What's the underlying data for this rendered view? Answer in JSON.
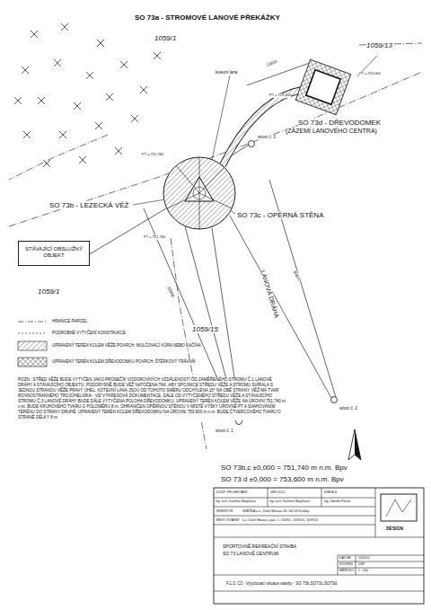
{
  "diagram": {
    "nodes": [
      {
        "text": [
          "STÁVAJÍCÍ OBSLUŽNÝ OBJEKT"
        ]
      }
    ],
    "labels": [
      "SO 73a - STROMOVÉ LANOVÉ PŘEKÁŽKY",
      "1059/1",
      "1059/13",
      "kotevní lana",
      "11820",
      "strom č. 3",
      "SO 73d - DŘEVODOMEK",
      "(ZÁZEMÍ LANOVÉHO CENTRA)",
      "SO 73b - LEZECKÁ VĚŽ",
      "SO 73c - OPĚRNÁ STĚNA",
      "1059/1",
      "1059/15",
      "LANOVÁ DRÁHA",
      "32050",
      "35850",
      "strom č. 2",
      "strom č. 1",
      "PT = 751,740",
      "PT = 751,740",
      "PT = 753,600",
      "PT = 753,600",
      "POZN.: STŘED VĚŽE BUDE VYTYČEN JAKO PRŮSEČÍK VODOROVNÝCH VZDÁLENOSTÍ OD ZAMĚŘENÉHO STROMU Č.1 LANOVÉ DRÁHY A STÁVAJÍCÍHO OBJEKTU. PŮDORYSNĚ BUDE VĚŽ NATOČENA TAK, ABY SPOJNICE STŘEDU VĚŽE A STROMU SVÍRALA S JEDNOU STRANOU VĚŽE PRAVÝ ÚHEL. KOTEVNÍ LANA JSOU OD TOHOTO SMĚRU ODCHÝLENA 15° NA OBĚ STRANY. VĚŽ MÁ TVAR ROVNOSTRANNÉHO TROJÚHELNÍKA - VIZ VÝKRESOVÁ DOKUMENTACE. DÁLE OD VYTYČENÉHO STŘEDU VĚŽE A STÁVAJÍCÍHO STROMU Č.3 LANOVÉ DRÁHY BUDE DÁLE VYTYČENA POLOHA DŘEVODOMKU. UPRAVENÝ TERÉN KOLEM VĚŽE NA ÚROVNI 751,740 m n.m. BUDE KRUHOVÉHO TVARU O POLOMĚRU 8 m, OHRANIČEN OPĚRNOU STĚNOU V MÍSTĚ VÝŠKY ÚROVNĚ PT A SVAHOVÁNÍM TERÉNU DO STRANY DRUHÉ. UPRAVENÝ TERÉN KOLEM DŘEVODOMKU NA ÚROVNI 753,600 m n.m. BUDE ČTVERCOVÉHO TVARU O STRANĚ DÉLKY 8 m.",
      "SO 73b,c ±0,000 = 751,740 m n.m. Bpv",
      "SO 73 d ±0,000 = 753,600 m n.m. Bpv",
      "ZODP. PROJEKTANT",
      "VEDOUCÍ",
      "KRESLIL",
      "Ing. arch. Kateřina Motyčková",
      "Ing. arch. Kateřina Motyčková",
      "Ing. Zdeněk Paloun",
      "INVESTOR",
      "SNĚŽKA a.s., Dolní Morava 28, 561 69 Králíky",
      "MÍSTO STAVBY",
      "k.ú. Dolní Morava, parc. č. 1059/1, 1059/13, 1059/15",
      "SPORTOVNĚ REKREAČNÍ STAVBA",
      "SO 73 LANOVÉ CENTRUM",
      "F.1.3. C3 - Vytyčovací situace stavby - SO 73b,SO73c,SO73d",
      "DATUM",
      "10/2011",
      "STUPEŇ",
      "DSP",
      "MĚŘÍTKO",
      "1 : 250",
      "DESIGN"
    ],
    "legend": [
      {
        "text": "HRANICE PARCEL"
      },
      {
        "text": "PODROBNÉ VYTYČENÍ KONSTRUKCE"
      },
      {
        "text": "UPRAVENÝ TERÉN KOLEM VĚŽE POVRCH: MULČOVACÍ KŮRA NEBO KAČÍNA"
      },
      {
        "text": "UPRAVENÝ TERÉN KOLEM DŘEVODOMKU POVRCH: ŠTĚRKOVÝ TRÁVNÍK"
      }
    ]
  }
}
